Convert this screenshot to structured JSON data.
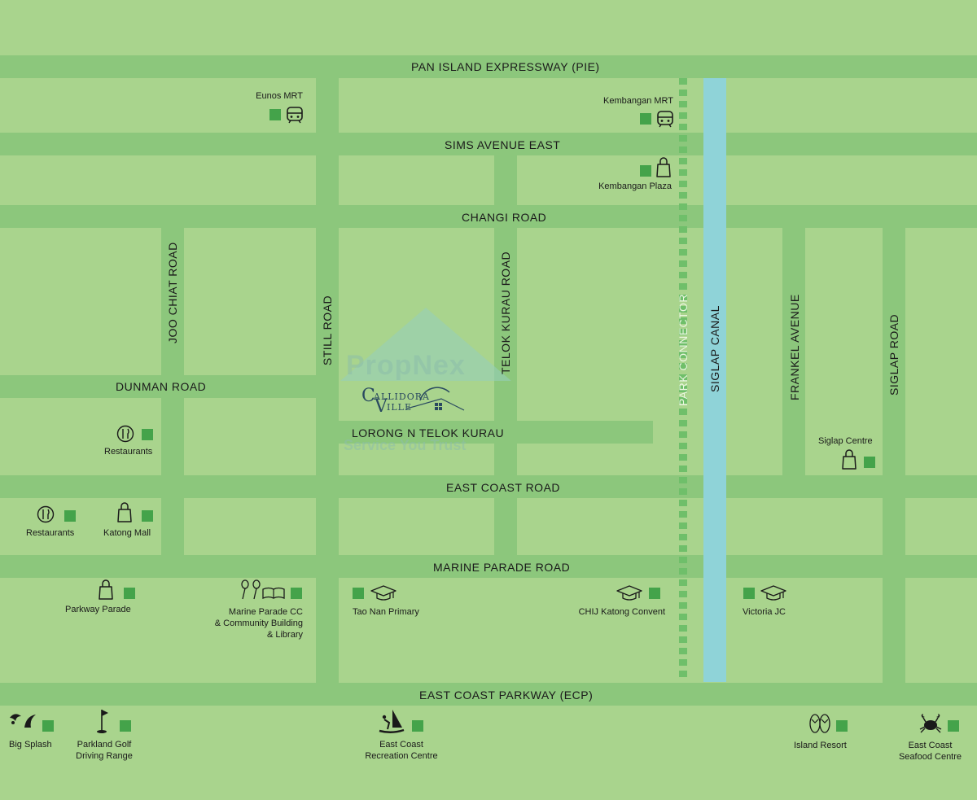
{
  "roads": {
    "pie": "PAN ISLAND EXPRESSWAY (PIE)",
    "sims": "SIMS AVENUE EAST",
    "changi": "CHANGI ROAD",
    "dunman": "DUNMAN ROAD",
    "lorong_n": "LORONG N TELOK KURAU",
    "east_coast_road": "EAST COAST ROAD",
    "marine_parade": "MARINE PARADE ROAD",
    "ecp": "EAST COAST PARKWAY (ECP)",
    "joo_chiat": "JOO CHIAT ROAD",
    "still": "STILL ROAD",
    "telok_kurau": "TELOK KURAU ROAD",
    "park_connector": "PARK CONNECTOR",
    "siglap_canal": "SIGLAP CANAL",
    "frankel": "FRANKEL AVENUE",
    "siglap_road": "SIGLAP ROAD"
  },
  "places": {
    "eunos_mrt": "Eunos MRT",
    "kembangan_mrt": "Kembangan MRT",
    "kembangan_plaza": "Kembangan Plaza",
    "restaurants_1": "Restaurants",
    "restaurants_2": "Restaurants",
    "katong_mall": "Katong Mall",
    "siglap_centre": "Siglap Centre",
    "parkway_parade": "Parkway Parade",
    "marine_cc_1": "Marine Parade CC",
    "marine_cc_2": "& Community Building",
    "marine_cc_3": "& Library",
    "tao_nan": "Tao Nan Primary",
    "chij": "CHIJ Katong Convent",
    "victoria_jc": "Victoria JC",
    "big_splash": "Big Splash",
    "parkland_1": "Parkland Golf",
    "parkland_2": "Driving Range",
    "ecrc_1": "East Coast",
    "ecrc_2": "Recreation Centre",
    "island_resort": "Island Resort",
    "seafood_1": "East Coast",
    "seafood_2": "Seafood Centre"
  },
  "watermark": {
    "brand": "PropNex",
    "tagline": "Service You Trust"
  },
  "logo": {
    "line1": "ALLIDORA",
    "line2": "ILLE",
    "initial1": "C",
    "initial2": "V"
  },
  "colors": {
    "background": "#a9d48d",
    "road": "#8cc77c",
    "canal": "#8fd3d8",
    "marker": "#44a34a"
  },
  "icons": [
    "train-icon",
    "shopping-bag-icon",
    "restaurant-icon",
    "graduation-cap-icon",
    "badminton-book-icon",
    "splash-icon",
    "golf-flag-icon",
    "windsurf-icon",
    "slippers-icon",
    "crab-icon"
  ]
}
